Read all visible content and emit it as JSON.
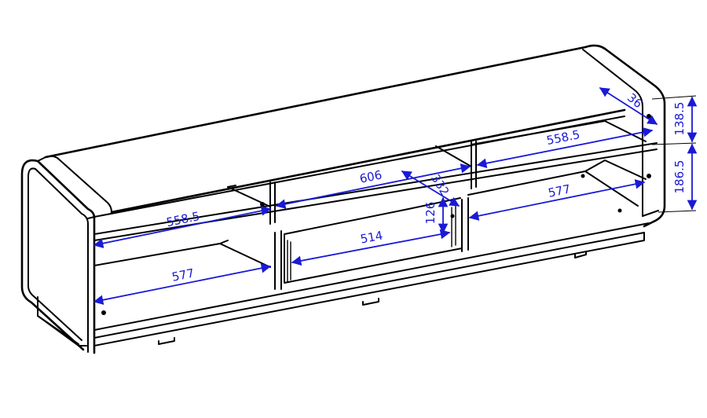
{
  "colors": {
    "line": "#000000",
    "dimension": "#1a1ad6",
    "background": "#ffffff"
  },
  "dimensions": {
    "upper_left_width": "558.5",
    "lower_left_width": "577",
    "upper_middle_width": "606",
    "lower_middle_width": "514",
    "upper_right_width": "558.5",
    "lower_right_width": "577",
    "middle_depth": "332",
    "middle_height": "126",
    "right_depth": "36",
    "upper_height": "138.5",
    "lower_height": "186.5"
  }
}
